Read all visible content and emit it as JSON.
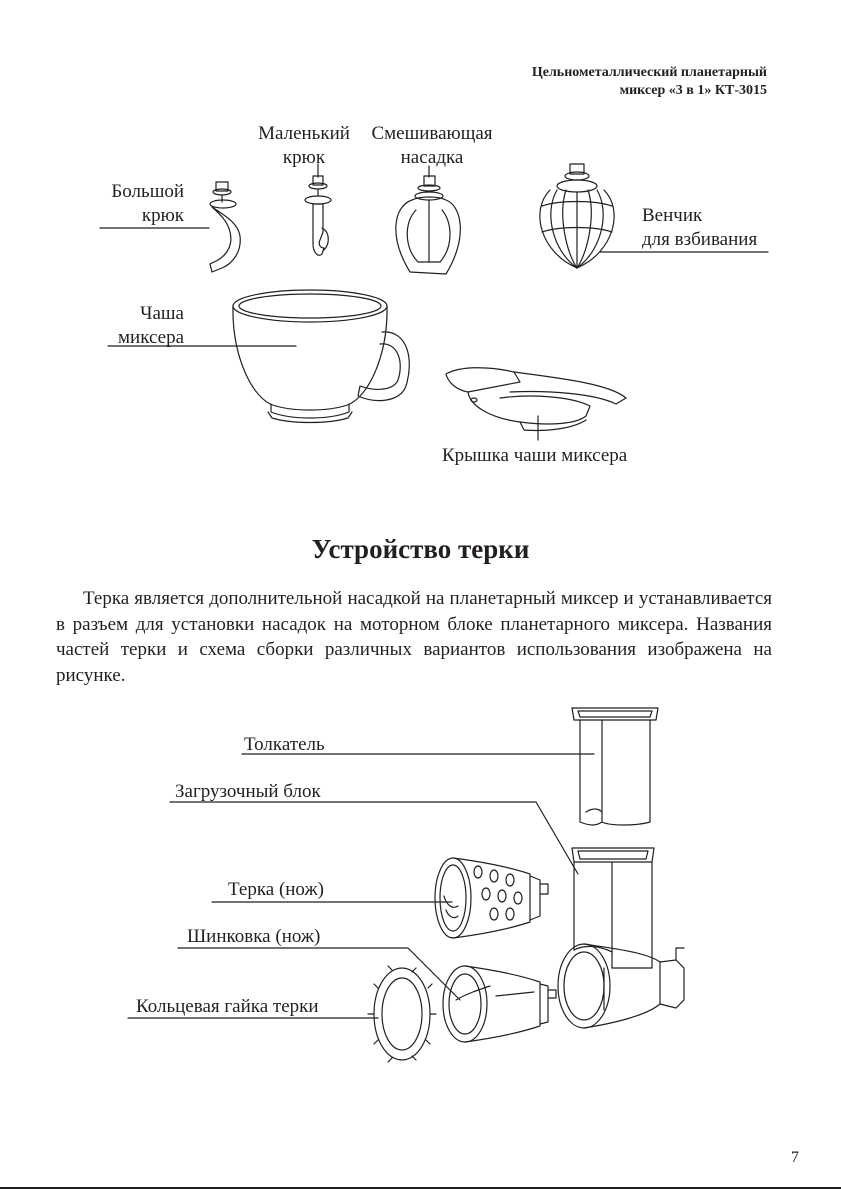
{
  "header": {
    "line1": "Цельнометаллический планетарный",
    "line2": "миксер «3 в 1» КТ-3015"
  },
  "mixer_parts": {
    "small_hook": [
      "Маленький",
      "крюк"
    ],
    "mixing_paddle": [
      "Смешивающая",
      "насадка"
    ],
    "big_hook": [
      "Большой",
      "крюк"
    ],
    "whisk": [
      "Венчик",
      "для взбивания"
    ],
    "bowl": [
      "Чаша",
      "миксера"
    ],
    "bowl_lid": "Крышка чаши миксера"
  },
  "section": {
    "title": "Устройство терки",
    "paragraph": "Терка является дополнительной насадкой на планетарный миксер и устанавливается в разъем для установки насадок на моторном блоке планетарного миксера. Названия частей терки и схема сборки различных вариантов использования изображена на рисунке."
  },
  "grater_parts": {
    "pusher": "Толкатель",
    "feed_block": "Загрузочный блок",
    "grater_knife": "Терка (нож)",
    "shredder_knife": "Шинковка (нож)",
    "ring_nut": "Кольцевая гайка терки"
  },
  "page_number": "7"
}
